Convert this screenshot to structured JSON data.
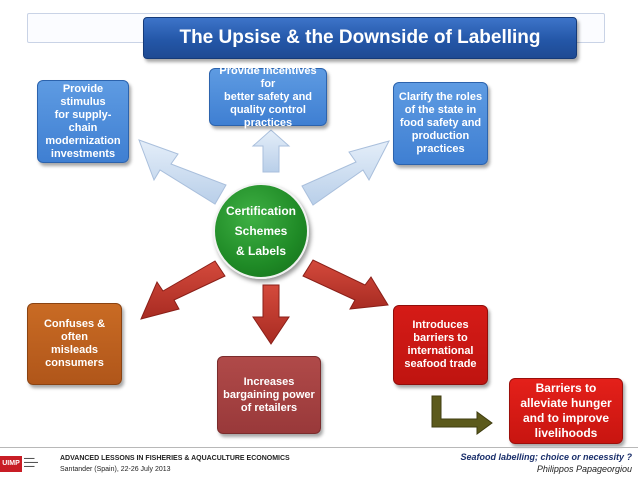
{
  "title": "The Upsise &  the Downside of Labelling",
  "center": {
    "lines": [
      "Certification",
      "Schemes",
      "& Labels"
    ]
  },
  "upsides": {
    "left": [
      "Provide stimulus",
      "for supply-chain",
      "modernization",
      "investments"
    ],
    "top": [
      "Provide incentives for",
      "better safety and",
      "quality control",
      "practices"
    ],
    "right": [
      "Clarify the roles",
      "of the state in",
      "food safety and",
      "production",
      "practices"
    ]
  },
  "downsides": {
    "left": [
      "Confuses & often",
      "misleads",
      "consumers"
    ],
    "bottom": [
      "Increases",
      "bargaining power",
      "of retailers"
    ],
    "right": [
      "Introduces",
      "barriers to",
      "international",
      "seafood trade"
    ]
  },
  "consequence": [
    "Barriers to",
    "alleviate hunger",
    "and to improve",
    "livelihoods"
  ],
  "footer": {
    "logo": "UIMP",
    "course": "ADVANCED LESSONS IN FISHERIES & AQUACULTURE ECONOMICS",
    "place_date": "Santander (Spain),  22-26 July 2013",
    "talk_title": "Seafood labelling; choice or necessity ?",
    "author": "Philippos Papageorgiou"
  },
  "colors": {
    "title_bar": "#2a5fb3",
    "upside_box": "#4a88d8",
    "center": "#1f8a26",
    "downside_arrow": "#c0392b",
    "up_arrow": "#c8dcf0",
    "consequence": "#d81c16"
  }
}
